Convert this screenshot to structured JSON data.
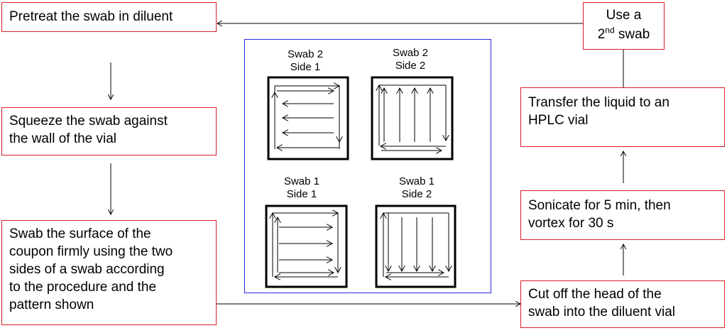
{
  "steps": {
    "pretreat": "Pretreat the swab in diluent",
    "squeeze": [
      "Squeeze the swab against",
      "the wall of the vial"
    ],
    "swab_surface": [
      "Swab the surface of the",
      "coupon firmly using the two",
      "sides of a swab according",
      "to the procedure and the",
      "pattern shown"
    ],
    "cut": [
      "Cut off the head of the",
      "swab into the diluent vial"
    ],
    "sonicate": [
      "Sonicate for 5 min, then",
      "vortex for 30 s"
    ],
    "transfer": [
      "Transfer the liquid to an",
      "HPLC vial"
    ],
    "second_swab": {
      "line1": "Use a",
      "ordinal": "2",
      "suffix": "nd",
      "word": " swab"
    }
  },
  "patterns": {
    "swab2_side1": [
      "Swab 2",
      "Side 1"
    ],
    "swab2_side2": [
      "Swab 2",
      "Side 2"
    ],
    "swab1_side1": [
      "Swab 1",
      "Side 1"
    ],
    "swab1_side2": [
      "Swab 1",
      "Side 2"
    ]
  },
  "colors": {
    "box_border": "#d81f26",
    "frame_border": "#2a2adf",
    "arrow": "#000000"
  }
}
